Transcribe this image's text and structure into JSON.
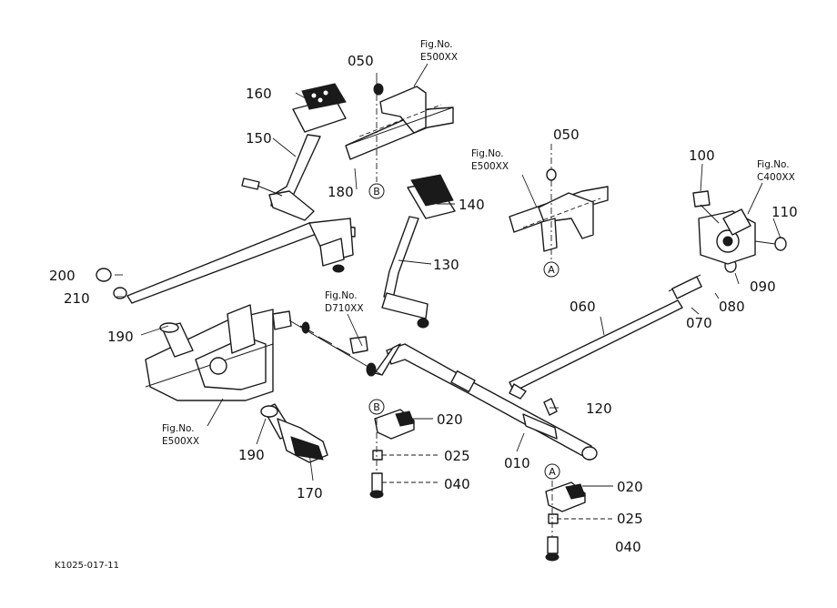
{
  "parts": {
    "p010": "010",
    "p020a": "020",
    "p020b": "020",
    "p025a": "025",
    "p025b": "025",
    "p040a": "040",
    "p040b": "040",
    "p050a": "050",
    "p050b": "050",
    "p060": "060",
    "p070": "070",
    "p080": "080",
    "p090": "090",
    "p100": "100",
    "p110": "110",
    "p120": "120",
    "p130": "130",
    "p140": "140",
    "p150": "150",
    "p160": "160",
    "p170": "170",
    "p180": "180",
    "p190a": "190",
    "p190b": "190",
    "p200": "200",
    "p210": "210"
  },
  "figure_refs": {
    "fig_label": "Fig.No.",
    "ref1": "E500XX",
    "ref2": "E500XX",
    "ref3": "C400XX",
    "ref4": "D710XX",
    "ref5": "E500XX"
  },
  "markers": {
    "A": "A",
    "B": "B"
  },
  "drawing_code": "K1025-017-11"
}
